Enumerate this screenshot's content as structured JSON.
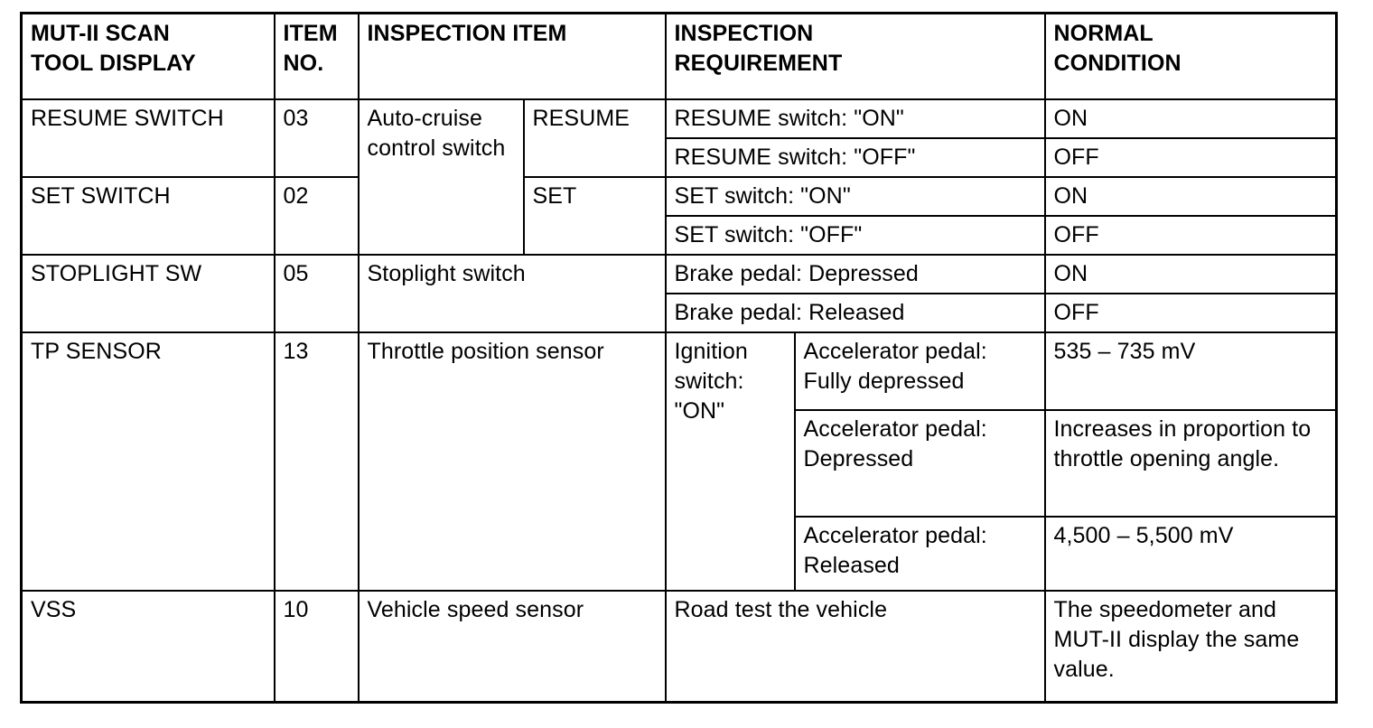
{
  "table": {
    "headers": {
      "scan_tool_display": "MUT-II SCAN\nTOOL DISPLAY",
      "scan_tool_display_line1": "MUT-II SCAN",
      "scan_tool_display_line2": "TOOL DISPLAY",
      "item_no_line1": "ITEM",
      "item_no_line2": "NO.",
      "inspection_item": "INSPECTION ITEM",
      "inspection_requirement_line1": "INSPECTION",
      "inspection_requirement_line2": "REQUIREMENT",
      "normal_condition_line1": "NORMAL",
      "normal_condition_line2": "CONDITION"
    },
    "rows": {
      "resume_switch": {
        "display": "RESUME SWITCH",
        "item_no": "03",
        "inspection_item": "Auto-cruise control switch",
        "sub_item": "RESUME",
        "requirements": [
          {
            "requirement": "RESUME switch: \"ON\"",
            "normal_condition": "ON"
          },
          {
            "requirement": "RESUME switch: \"OFF\"",
            "normal_condition": "OFF"
          }
        ]
      },
      "set_switch": {
        "display": "SET SWITCH",
        "item_no": "02",
        "sub_item": "SET",
        "requirements": [
          {
            "requirement": "SET switch: \"ON\"",
            "normal_condition": "ON"
          },
          {
            "requirement": "SET switch: \"OFF\"",
            "normal_condition": "OFF"
          }
        ]
      },
      "stoplight_sw": {
        "display": "STOPLIGHT SW",
        "item_no": "05",
        "inspection_item": "Stoplight switch",
        "requirements": [
          {
            "requirement": "Brake pedal: Depressed",
            "normal_condition": "ON"
          },
          {
            "requirement": "Brake pedal: Released",
            "normal_condition": "OFF"
          }
        ]
      },
      "tp_sensor": {
        "display": "TP SENSOR",
        "item_no": "13",
        "inspection_item": "Throttle position sensor",
        "condition": "Ignition switch: \"ON\"",
        "requirements": [
          {
            "requirement": "Accelerator pedal: Fully depressed",
            "normal_condition": "535 – 735 mV"
          },
          {
            "requirement": "Accelerator pedal: Depressed",
            "normal_condition": "Increases in proportion to throttle opening angle."
          },
          {
            "requirement": "Accelerator pedal: Released",
            "normal_condition": "4,500 – 5,500 mV"
          }
        ]
      },
      "vss": {
        "display": "VSS",
        "item_no": "10",
        "inspection_item": "Vehicle speed sensor",
        "requirements": [
          {
            "requirement": "Road test the vehicle",
            "normal_condition": "The speedometer and MUT-II display the same value."
          }
        ]
      }
    }
  }
}
